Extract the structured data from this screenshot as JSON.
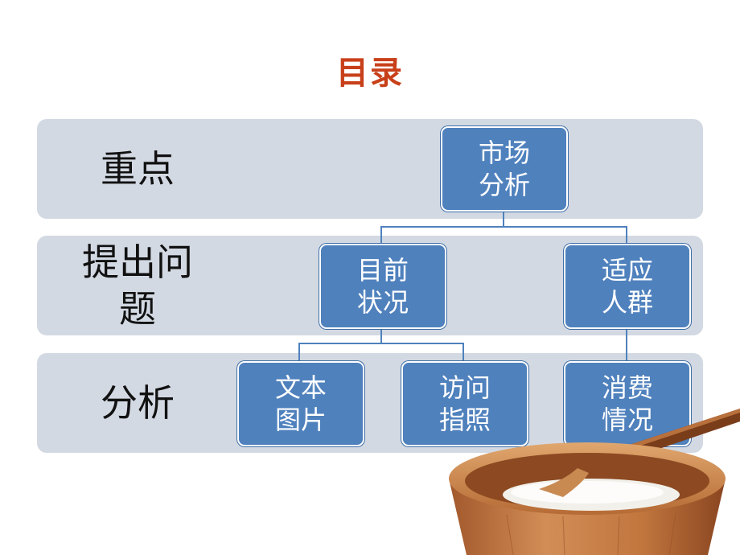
{
  "title": "目录",
  "rows": [
    {
      "label_lines": [
        "重点"
      ]
    },
    {
      "label_lines": [
        "提出问",
        "题"
      ]
    },
    {
      "label_lines": [
        "分析"
      ]
    }
  ],
  "nodes": {
    "market": {
      "line1": "市场",
      "line2": "分析"
    },
    "current": {
      "line1": "目前",
      "line2": "状况"
    },
    "suitable": {
      "line1": "适应",
      "line2": "人群"
    },
    "text": {
      "line1": "文本",
      "line2": "图片"
    },
    "interview": {
      "line1": "访问",
      "line2": "指照"
    },
    "consumption": {
      "line1": "消费",
      "line2": "情况"
    }
  },
  "colors": {
    "title": "#c8401a",
    "band": "#d3d9e3",
    "node": "#4f81bd",
    "connector": "#4f81bd"
  }
}
